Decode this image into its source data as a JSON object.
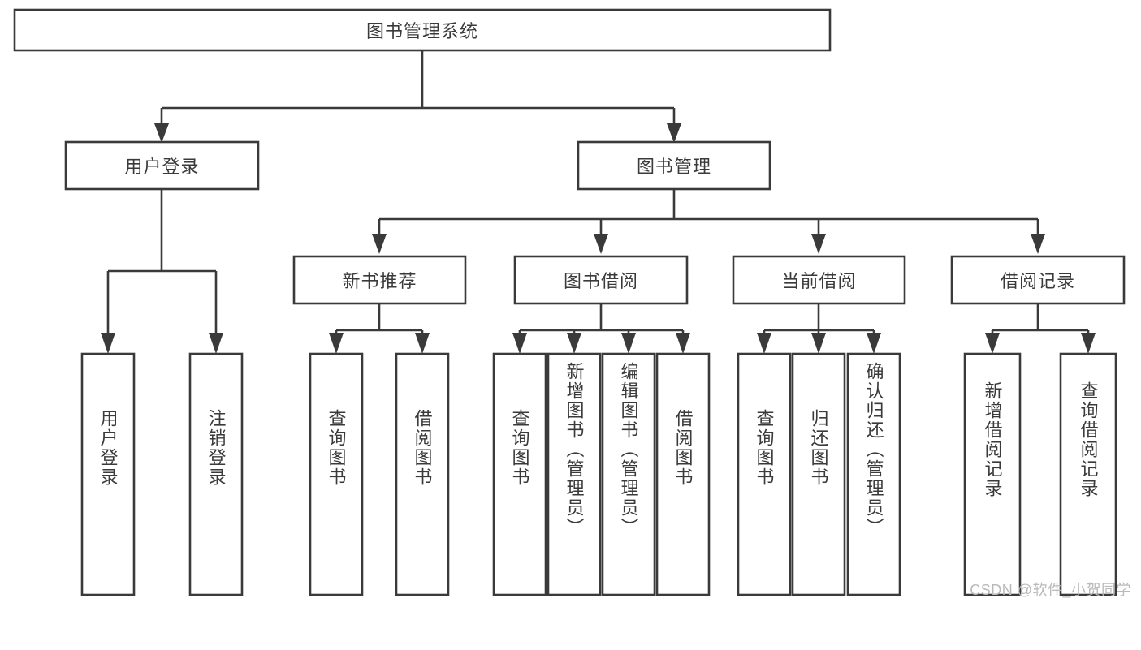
{
  "diagram": {
    "title": "图书管理系统",
    "type": "hierarchy-tree",
    "orientation": "top-down",
    "colors": {
      "background": "#ffffff",
      "stroke": "#3a3a3a",
      "node_fill": "#ffffff",
      "text": "#3a3a3a",
      "watermark": "#b9b9b9"
    },
    "root": {
      "label": "图书管理系统",
      "text_direction": "horizontal"
    },
    "level2": [
      {
        "label": "用户登录",
        "text_direction": "horizontal"
      },
      {
        "label": "图书管理",
        "text_direction": "horizontal"
      }
    ],
    "level3": [
      {
        "label": "新书推荐",
        "text_direction": "horizontal"
      },
      {
        "label": "图书借阅",
        "text_direction": "horizontal"
      },
      {
        "label": "当前借阅",
        "text_direction": "horizontal"
      },
      {
        "label": "借阅记录",
        "text_direction": "horizontal"
      }
    ],
    "leaves": {
      "user_login": [
        {
          "label": "用户登录",
          "text_direction": "vertical"
        },
        {
          "label": "注销登录",
          "text_direction": "vertical"
        }
      ],
      "new_book_recommend": [
        {
          "label": "查询图书",
          "text_direction": "vertical"
        },
        {
          "label": "借阅图书",
          "text_direction": "vertical"
        }
      ],
      "book_borrow": [
        {
          "label": "查询图书",
          "text_direction": "vertical"
        },
        {
          "label": "新增图书（管理员）",
          "text_direction": "vertical"
        },
        {
          "label": "编辑图书（管理员）",
          "text_direction": "vertical"
        },
        {
          "label": "借阅图书",
          "text_direction": "vertical"
        }
      ],
      "current_borrow": [
        {
          "label": "查询图书",
          "text_direction": "vertical"
        },
        {
          "label": "归还图书",
          "text_direction": "vertical"
        },
        {
          "label": "确认归还（管理员）",
          "text_direction": "vertical"
        }
      ],
      "borrow_record": [
        {
          "label": "新增借阅记录",
          "text_direction": "vertical"
        },
        {
          "label": "查询借阅记录",
          "text_direction": "vertical"
        }
      ]
    },
    "watermark": "CSDN @软件_小贺同学"
  }
}
